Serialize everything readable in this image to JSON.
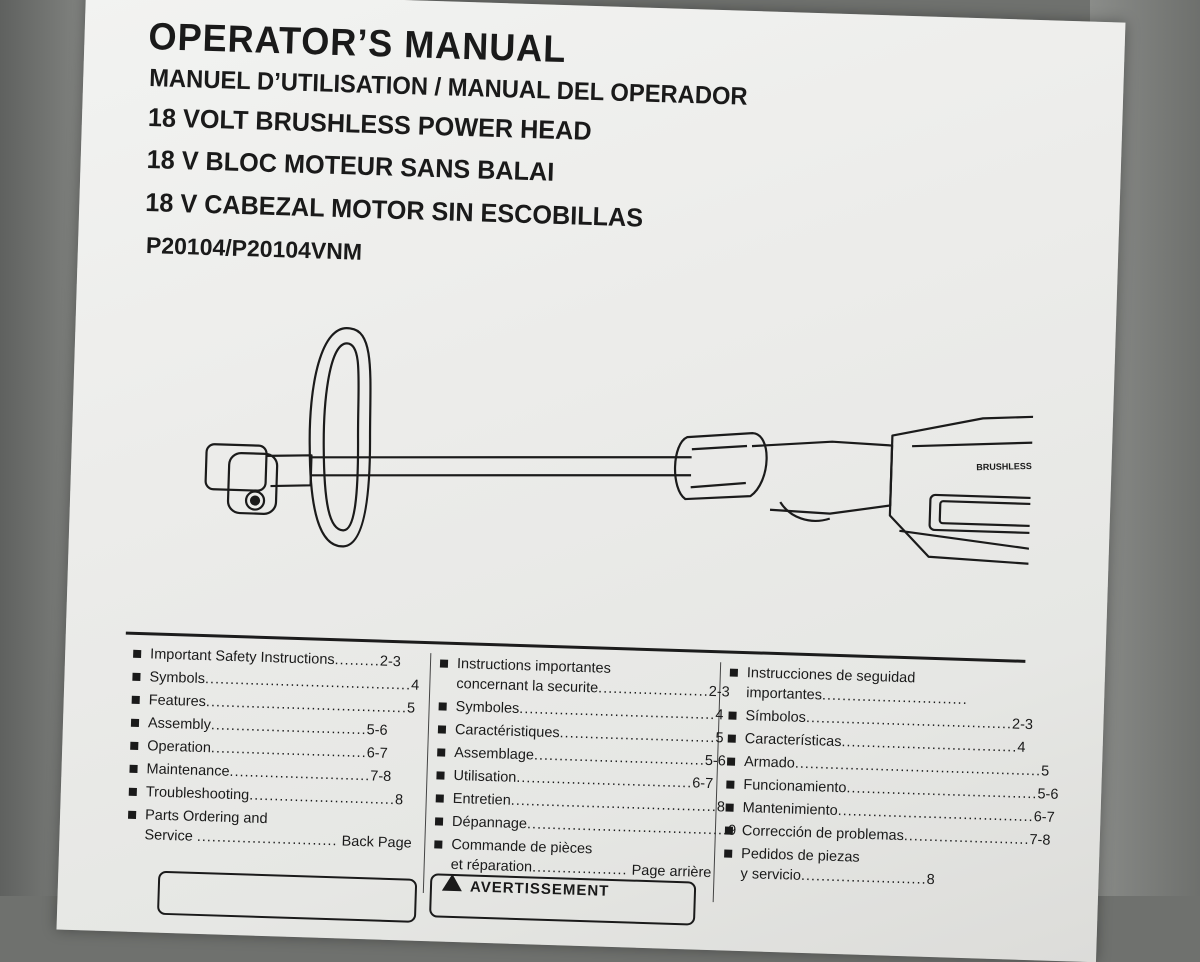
{
  "title": "OPERATOR’S MANUAL",
  "subtitle": "MANUEL D’UTILISATION / MANUAL DEL OPERADOR",
  "product_lines": [
    "18 VOLT BRUSHLESS POWER HEAD",
    "18 V BLOC MOTEUR SANS BALAI",
    "18 V CABEZAL MOTOR SIN ESCOBILLAS"
  ],
  "model": "P20104/P20104VNM",
  "illustration": {
    "motor_badge": "BRUSHLESS"
  },
  "toc": {
    "english": [
      {
        "label": "Important Safety Instructions",
        "dots": ".........",
        "page": "2-3"
      },
      {
        "label": "Symbols",
        "dots": ".........................................",
        "page": "4"
      },
      {
        "label": "Features",
        "dots": "........................................",
        "page": "5"
      },
      {
        "label": "Assembly",
        "dots": "...............................",
        "page": "5-6"
      },
      {
        "label": "Operation",
        "dots": "...............................",
        "page": "6-7"
      },
      {
        "label": "Maintenance",
        "dots": "............................",
        "page": "7-8"
      },
      {
        "label": "Troubleshooting",
        "dots": ".............................",
        "page": "8"
      },
      {
        "label": "Parts Ordering and",
        "label2": "Service",
        "dots": "............................",
        "page": "Back Page"
      }
    ],
    "french": [
      {
        "label": "Instructions importantes",
        "label2": "concernant la securite",
        "dots": "......................",
        "page": "2-3"
      },
      {
        "label": "Symboles",
        "dots": ".......................................",
        "page": "4"
      },
      {
        "label": "Caractéristiques",
        "dots": "...............................",
        "page": "5"
      },
      {
        "label": "Assemblage",
        "dots": "..................................",
        "page": "5-6"
      },
      {
        "label": "Utilisation",
        "dots": "...................................",
        "page": "6-7"
      },
      {
        "label": "Entretien",
        "dots": ".........................................",
        "page": "8"
      },
      {
        "label": "Dépannage",
        "dots": "........................................",
        "page": "9"
      },
      {
        "label": "Commande de pièces",
        "label2": "et réparation",
        "dots": "...................",
        "page": "Page arrière"
      }
    ],
    "spanish": [
      {
        "label": "Instrucciones de seguidad",
        "label2": "importantes",
        "dots": ".............................",
        "page": ""
      },
      {
        "label": "Símbolos",
        "dots": ".........................................",
        "page": "2-3"
      },
      {
        "label": "Características",
        "dots": "...................................",
        "page": "4"
      },
      {
        "label": "Armado",
        "dots": ".................................................",
        "page": "5"
      },
      {
        "label": "Funcionamiento",
        "dots": "......................................",
        "page": "5-6"
      },
      {
        "label": "Mantenimiento",
        "dots": ".......................................",
        "page": "6-7"
      },
      {
        "label": "Corrección de problemas",
        "dots": ".........................",
        "page": "7-8"
      },
      {
        "label": "Pedidos de piezas",
        "label2": "y servicio",
        "dots": ".........................",
        "page": "8"
      }
    ]
  },
  "warning_label": "AVERTISSEMENT"
}
